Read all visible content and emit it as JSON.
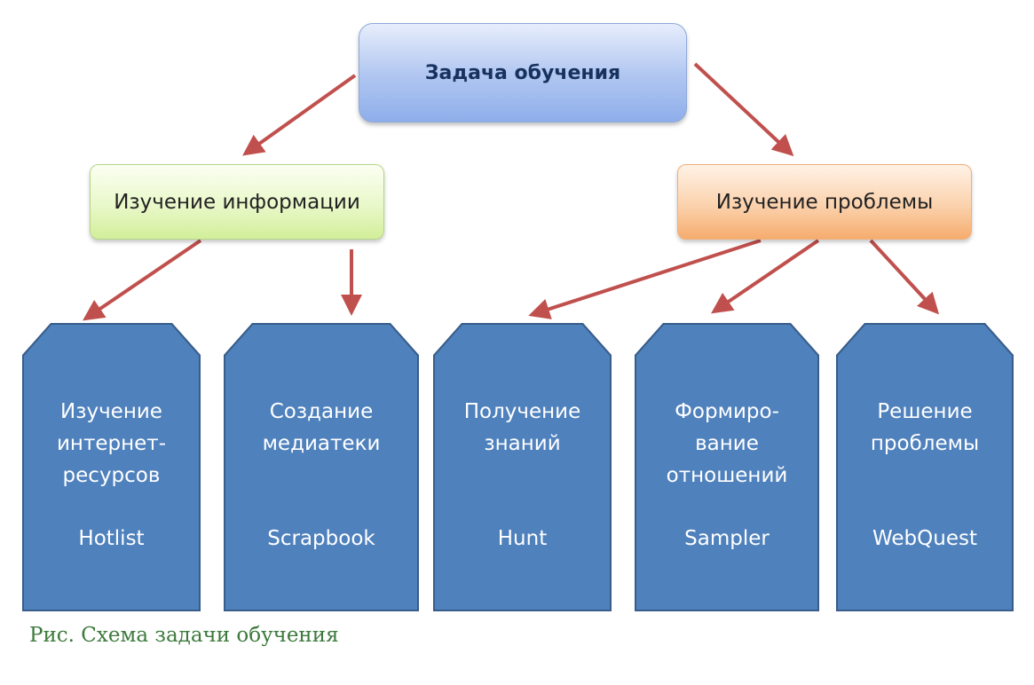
{
  "root": {
    "label": "Задача обучения"
  },
  "branches": {
    "left": {
      "label": "Изучение информации"
    },
    "right": {
      "label": "Изучение проблемы"
    }
  },
  "cards": [
    {
      "title": "Изучение\nинтернет-\nресурсов",
      "tool": "Hotlist"
    },
    {
      "title": "Создание\nмедиатеки",
      "tool": "Scrapbook"
    },
    {
      "title": "Получение\nзнаний",
      "tool": "Hunt"
    },
    {
      "title": "Формиро-\nвание\nотношений",
      "tool": "Sampler"
    },
    {
      "title": "Решение\nпроблемы",
      "tool": "WebQuest"
    }
  ],
  "caption": "Рис. Схема задачи обучения",
  "colors": {
    "arrow": "#c0504d",
    "card": "#4f81bd",
    "caption": "#3c7a3c"
  }
}
